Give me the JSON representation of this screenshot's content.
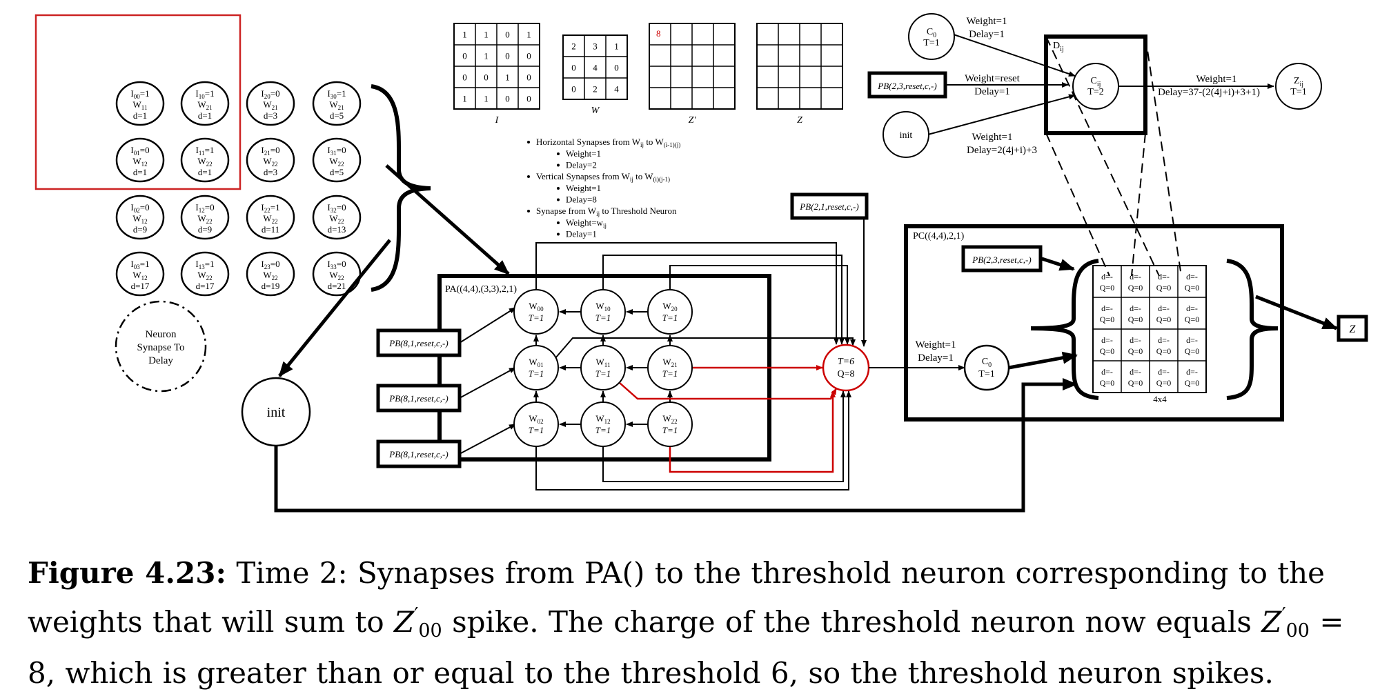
{
  "input_neurons": [
    {
      "name": "I",
      "s": "00",
      "val": "1",
      "wsub": "11",
      "d": "1"
    },
    {
      "name": "I",
      "s": "10",
      "val": "1",
      "wsub": "21",
      "d": "1"
    },
    {
      "name": "I",
      "s": "20",
      "val": "0",
      "wsub": "21",
      "d": "3"
    },
    {
      "name": "I",
      "s": "30",
      "val": "1",
      "wsub": "21",
      "d": "5"
    },
    {
      "name": "I",
      "s": "01",
      "val": "0",
      "wsub": "12",
      "d": "1"
    },
    {
      "name": "I",
      "s": "11",
      "val": "1",
      "wsub": "22",
      "d": "1"
    },
    {
      "name": "I",
      "s": "21",
      "val": "0",
      "wsub": "22",
      "d": "3"
    },
    {
      "name": "I",
      "s": "31",
      "val": "0",
      "wsub": "22",
      "d": "5"
    },
    {
      "name": "I",
      "s": "02",
      "val": "0",
      "wsub": "12",
      "d": "9"
    },
    {
      "name": "I",
      "s": "12",
      "val": "0",
      "wsub": "22",
      "d": "9"
    },
    {
      "name": "I",
      "s": "22",
      "val": "1",
      "wsub": "22",
      "d": "11"
    },
    {
      "name": "I",
      "s": "32",
      "val": "0",
      "wsub": "22",
      "d": "13"
    },
    {
      "name": "I",
      "s": "03",
      "val": "1",
      "wsub": "12",
      "d": "17"
    },
    {
      "name": "I",
      "s": "13",
      "val": "1",
      "wsub": "22",
      "d": "17"
    },
    {
      "name": "I",
      "s": "23",
      "val": "0",
      "wsub": "22",
      "d": "19"
    },
    {
      "name": "I",
      "s": "33",
      "val": "0",
      "wsub": "22",
      "d": "21"
    }
  ],
  "legend": {
    "line1": "Neuron",
    "line2": "Synapse To",
    "line3": "Delay"
  },
  "init_label": "init",
  "matrices": {
    "I": {
      "label": "I",
      "cells": [
        [
          "1",
          "1",
          "0",
          "1"
        ],
        [
          "0",
          "1",
          "0",
          "0"
        ],
        [
          "0",
          "0",
          "1",
          "0"
        ],
        [
          "1",
          "1",
          "0",
          "0"
        ]
      ]
    },
    "W": {
      "label": "W",
      "cells": [
        [
          "2",
          "3",
          "1"
        ],
        [
          "0",
          "4",
          "0"
        ],
        [
          "0",
          "2",
          "4"
        ]
      ]
    },
    "Zp": {
      "label": "Z'",
      "first": "8",
      "first_color": "#cc0000"
    },
    "Z": {
      "label": "Z"
    }
  },
  "synapse_notes": [
    {
      "text": "Horizontal Synapses from W",
      "s1": "ij",
      "mid": " to W",
      "s2": "(i-1)(j)",
      "level": 0
    },
    {
      "text": "Weight=1",
      "level": 1
    },
    {
      "text": "Delay=2",
      "level": 1
    },
    {
      "text": "Vertical Synapses from W",
      "s1": "ij",
      "mid": " to W",
      "s2": "(i)(j-1)",
      "level": 0
    },
    {
      "text": "Weight=1",
      "level": 1
    },
    {
      "text": "Delay=8",
      "level": 1
    },
    {
      "text": "Synapse from W",
      "s1": "ij",
      "mid": " to Threshold Neuron",
      "s2": "",
      "level": 0
    },
    {
      "text": "Weight=w",
      "s1": "ij",
      "level": 1
    },
    {
      "text": "Delay=1",
      "level": 1
    }
  ],
  "pa": {
    "label": "PA((4,4),(3,3),2,1)",
    "pb_label": "PB(8,1,reset,c,-)",
    "w_nodes": [
      {
        "s": "00",
        "t": "T=1"
      },
      {
        "s": "10",
        "t": "T=1"
      },
      {
        "s": "20",
        "t": "T=1"
      },
      {
        "s": "01",
        "t": "T=1"
      },
      {
        "s": "11",
        "t": "T=1"
      },
      {
        "s": "21",
        "t": "T=1"
      },
      {
        "s": "02",
        "t": "T=1"
      },
      {
        "s": "12",
        "t": "T=1"
      },
      {
        "s": "22",
        "t": "T=1"
      }
    ]
  },
  "threshold": {
    "line1": "T=6",
    "line2": "Q=8",
    "color": "#cc0000"
  },
  "pb_top": "PB(2,1,reset,c,-)",
  "pc": {
    "label": "PC((4,4),2,1)",
    "pb_label": "PB(2,3,reset,c,-)",
    "c0_line1": "C",
    "c0_sub": "0",
    "c0_line2": "T=1",
    "weight": "Weight=1",
    "delay": "Delay=1",
    "cell_line1": "d=-",
    "cell_line2": "Q=0",
    "grid_label": "4x4",
    "z_label": "Z"
  },
  "inset": {
    "c0_line2": "T=1",
    "c0_weight": "Weight=1",
    "c0_delay": "Delay=1",
    "pb_label": "PB(2,3,reset,c,-)",
    "pb_weight": "Weight=reset",
    "pb_delay": "Delay=1",
    "init_label": "init",
    "init_weight": "Weight=1",
    "init_delay": "Delay=2(4j+i)+3",
    "d_label": "D",
    "d_sub": "ij",
    "cij_line2": "T=2",
    "out_weight": "Weight=1",
    "out_delay": "Delay=37-(2(4j+i)+3+1)",
    "zij_line2": "T=1"
  },
  "caption": {
    "label": "Figure 4.23:",
    "part1": "Time 2: Synapses from PA() to the threshold neuron corresponding to the weights that will sum to ",
    "part2": " spike. The charge of the threshold neuron now equals ",
    "part3": " = 8, which is greater than or equal to the threshold 6, so the threshold neuron spikes.",
    "sym": "Z",
    "sym_sub": "00",
    "sym_sup": "′"
  }
}
